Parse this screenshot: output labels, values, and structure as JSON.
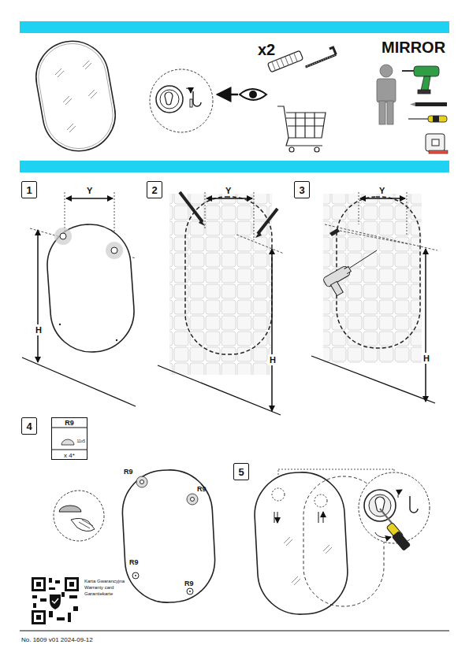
{
  "diagram": {
    "title": "MIRROR",
    "nodes": [
      {
        "text": [
          "1"
        ]
      },
      {
        "text": [
          "2"
        ]
      },
      {
        "text": [
          "3"
        ]
      },
      {
        "text": [
          "4"
        ]
      },
      {
        "text": [
          "5"
        ]
      },
      {
        "text": [
          "R9",
          "11x5",
          "x 4*"
        ]
      }
    ],
    "labels": [
      "x2",
      "Y",
      "H",
      "Y",
      "H",
      "Y",
      "H",
      "R9",
      "R9",
      "R9",
      "R9",
      "Karta Gwarancyjna",
      "Warranty card",
      "Garantiekarte",
      "No. 1609 v01 2024-09-12"
    ]
  }
}
